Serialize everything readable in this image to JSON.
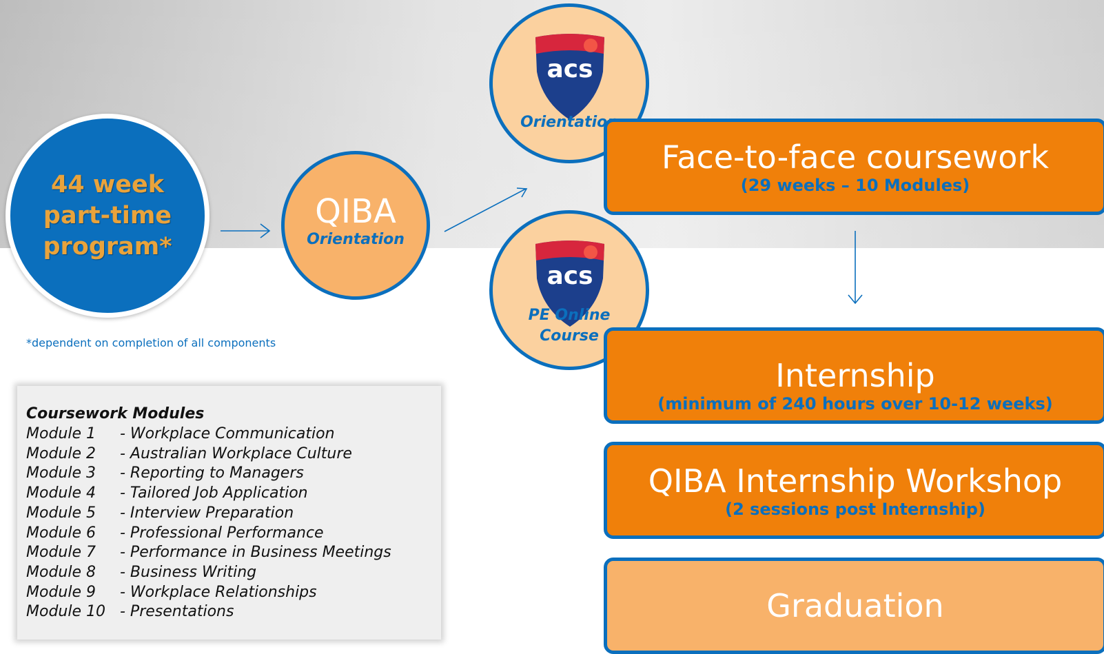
{
  "program": {
    "lines": [
      "44 week",
      "part-time",
      "program*"
    ]
  },
  "qiba_orientation": {
    "title": "QIBA",
    "label": "Orientation"
  },
  "acs_orientation": {
    "logo_text": "acs",
    "label": "Orientation"
  },
  "acs_pe_online": {
    "logo_text": "acs",
    "label_lines": [
      "PE Online",
      "Course"
    ]
  },
  "steps": [
    {
      "title": "Face-to-face coursework",
      "subtitle": "(29 weeks – 10 Modules)"
    },
    {
      "title": "Internship",
      "subtitle": "(minimum of 240 hours over 10-12 weeks)"
    },
    {
      "title": "QIBA Internship Workshop",
      "subtitle": "(2 sessions post Internship)"
    },
    {
      "title": "Graduation"
    }
  ],
  "footnote": "*dependent on completion of all components",
  "modules": {
    "title": "Coursework Modules",
    "items": [
      {
        "num": "Module 1",
        "name": "- Workplace Communication"
      },
      {
        "num": "Module 2",
        "name": "- Australian Workplace Culture"
      },
      {
        "num": "Module 3",
        "name": "- Reporting to Managers"
      },
      {
        "num": "Module 4",
        "name": "- Tailored Job Application"
      },
      {
        "num": "Module 5",
        "name": "- Interview Preparation"
      },
      {
        "num": "Module 6",
        "name": "- Professional Performance"
      },
      {
        "num": "Module 7",
        "name": "- Performance in Business Meetings"
      },
      {
        "num": "Module 8",
        "name": "- Business Writing"
      },
      {
        "num": "Module 9",
        "name": "- Workplace Relationships"
      },
      {
        "num": "Module 10",
        "name": "- Presentations"
      }
    ]
  },
  "colors": {
    "brand_blue": "#0b6fbd",
    "orange": "#f0800a",
    "light_orange": "#f8b26a",
    "peach": "#fbd19f",
    "gold_text": "#e9a33b",
    "acs_red": "#d7263d",
    "acs_navy": "#1c3f8c"
  }
}
